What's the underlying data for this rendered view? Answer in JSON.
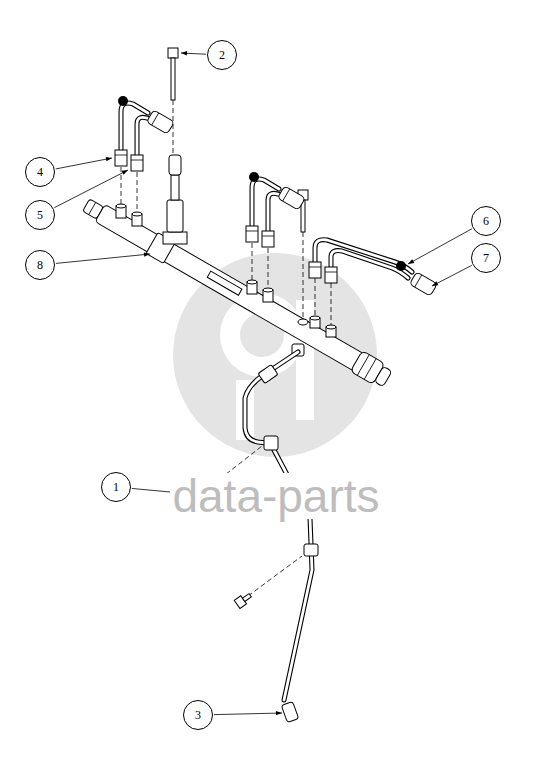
{
  "diagram": {
    "nodes": [
      {
        "text": [
          "2"
        ]
      },
      {
        "text": [
          "4"
        ]
      },
      {
        "text": [
          "5"
        ]
      },
      {
        "text": [
          "6"
        ]
      },
      {
        "text": [
          "7"
        ]
      },
      {
        "text": [
          "8"
        ]
      },
      {
        "text": [
          "1"
        ]
      },
      {
        "text": [
          "3"
        ]
      }
    ],
    "labels": [
      "data-parts"
    ]
  }
}
